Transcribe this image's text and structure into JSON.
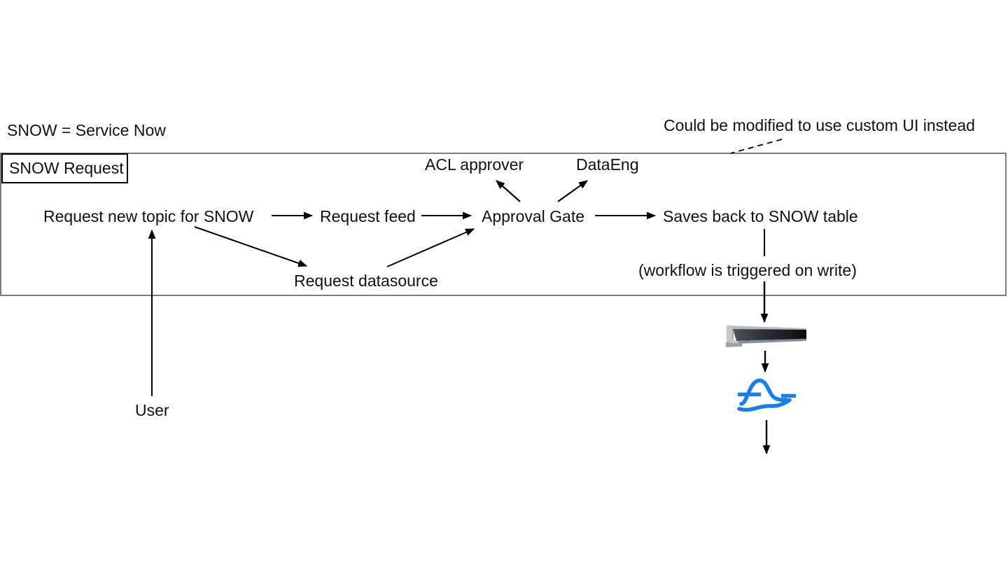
{
  "notes": {
    "legend": "SNOW = Service Now",
    "custom_ui_note": "Could be modified to use custom UI instead",
    "workflow_note": "(workflow is triggered on write)"
  },
  "container": {
    "label": "SNOW Request"
  },
  "nodes": {
    "request_topic": "Request new topic for SNOW",
    "request_feed": "Request feed",
    "approval_gate": "Approval Gate",
    "saves_back": "Saves back to SNOW table",
    "acl_approver": "ACL approver",
    "data_eng": "DataEng",
    "request_datasource": "Request datasource",
    "user": "User"
  },
  "icons": {
    "rail": "steel-rail-photo",
    "logo": "blue-wave-logo"
  },
  "colors": {
    "background": "#ffffff",
    "text": "#111111",
    "line": "#000000",
    "container_border": "#7d7d7d",
    "label_border": "#000000",
    "logo_blue": "#1b7ee2"
  }
}
